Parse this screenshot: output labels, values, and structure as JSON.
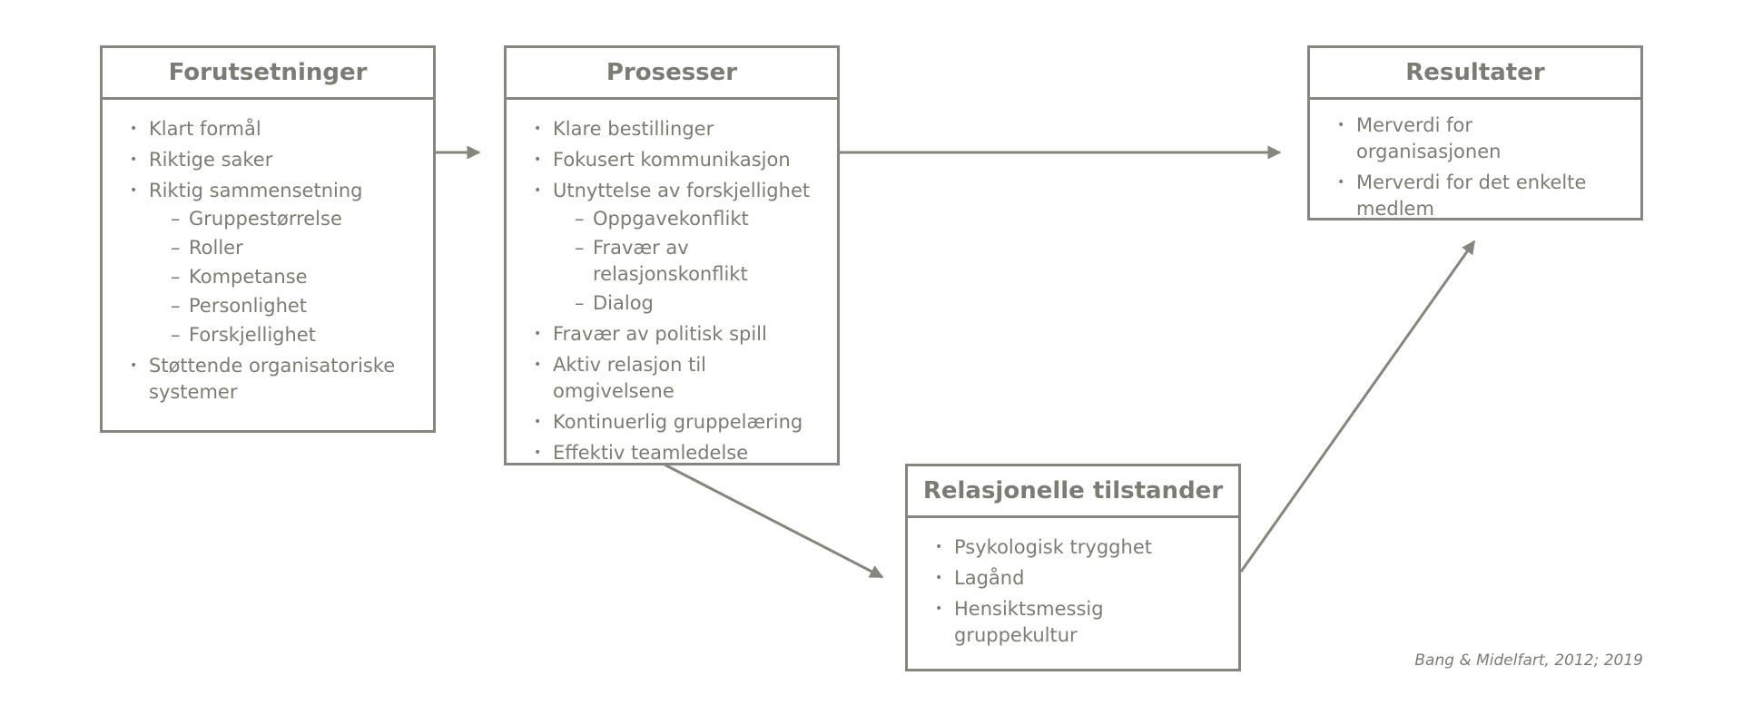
{
  "boxes": {
    "forutsetninger": {
      "title": "Forutsetninger",
      "items": [
        {
          "text": "Klart formål"
        },
        {
          "text": "Riktige saker"
        },
        {
          "text": "Riktig sammensetning",
          "sub": [
            "Gruppestørrelse",
            "Roller",
            "Kompetanse",
            "Personlighet",
            "Forskjellighet"
          ]
        },
        {
          "text": "Støttende organisatoriske systemer"
        }
      ]
    },
    "prosesser": {
      "title": "Prosesser",
      "items": [
        {
          "text": "Klare bestillinger"
        },
        {
          "text": "Fokusert kommunikasjon"
        },
        {
          "text": "Utnyttelse av forskjellighet",
          "sub": [
            "Oppgavekonflikt",
            "Fravær av relasjonskonflikt",
            "Dialog"
          ]
        },
        {
          "text": "Fravær av politisk spill"
        },
        {
          "text": "Aktiv relasjon til omgivelsene"
        },
        {
          "text": "Kontinuerlig gruppelæring"
        },
        {
          "text": "Effektiv teamledelse"
        }
      ]
    },
    "resultater": {
      "title": "Resultater",
      "items": [
        {
          "text": "Merverdi for organisasjonen"
        },
        {
          "text": "Merverdi for det enkelte medlem"
        }
      ]
    },
    "relasjonelle": {
      "title": "Relasjonelle tilstander",
      "items": [
        {
          "text": "Psykologisk trygghet"
        },
        {
          "text": "Lagånd"
        },
        {
          "text": "Hensiktsmessig gruppekultur"
        }
      ]
    }
  },
  "citation": "Bang & Midelfart, 2012; 2019",
  "colors": {
    "stroke": "#85877e",
    "text": "#7b7d74",
    "background": "#ffffff"
  }
}
